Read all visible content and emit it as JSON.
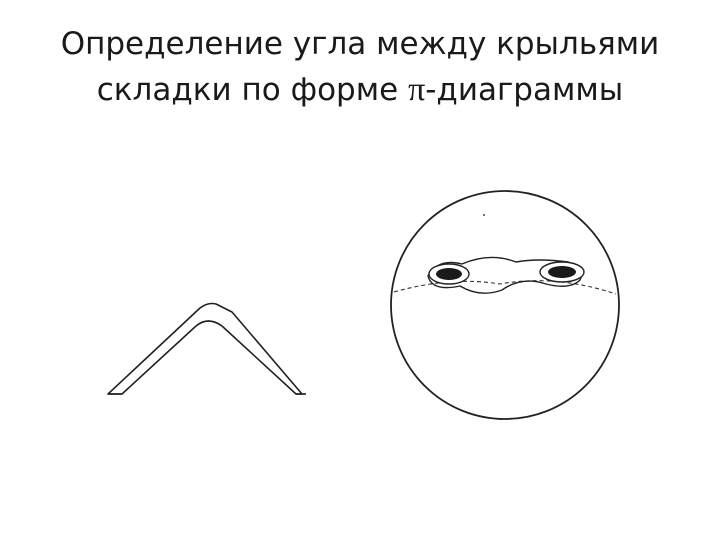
{
  "title": {
    "line1": "Определение угла между крыльями",
    "line2_prefix": "складки по форме ",
    "line2_symbol": "π",
    "line2_suffix": "-диаграммы"
  },
  "colors": {
    "text": "#1a1a1a",
    "stroke": "#222222",
    "background": "#ffffff"
  }
}
